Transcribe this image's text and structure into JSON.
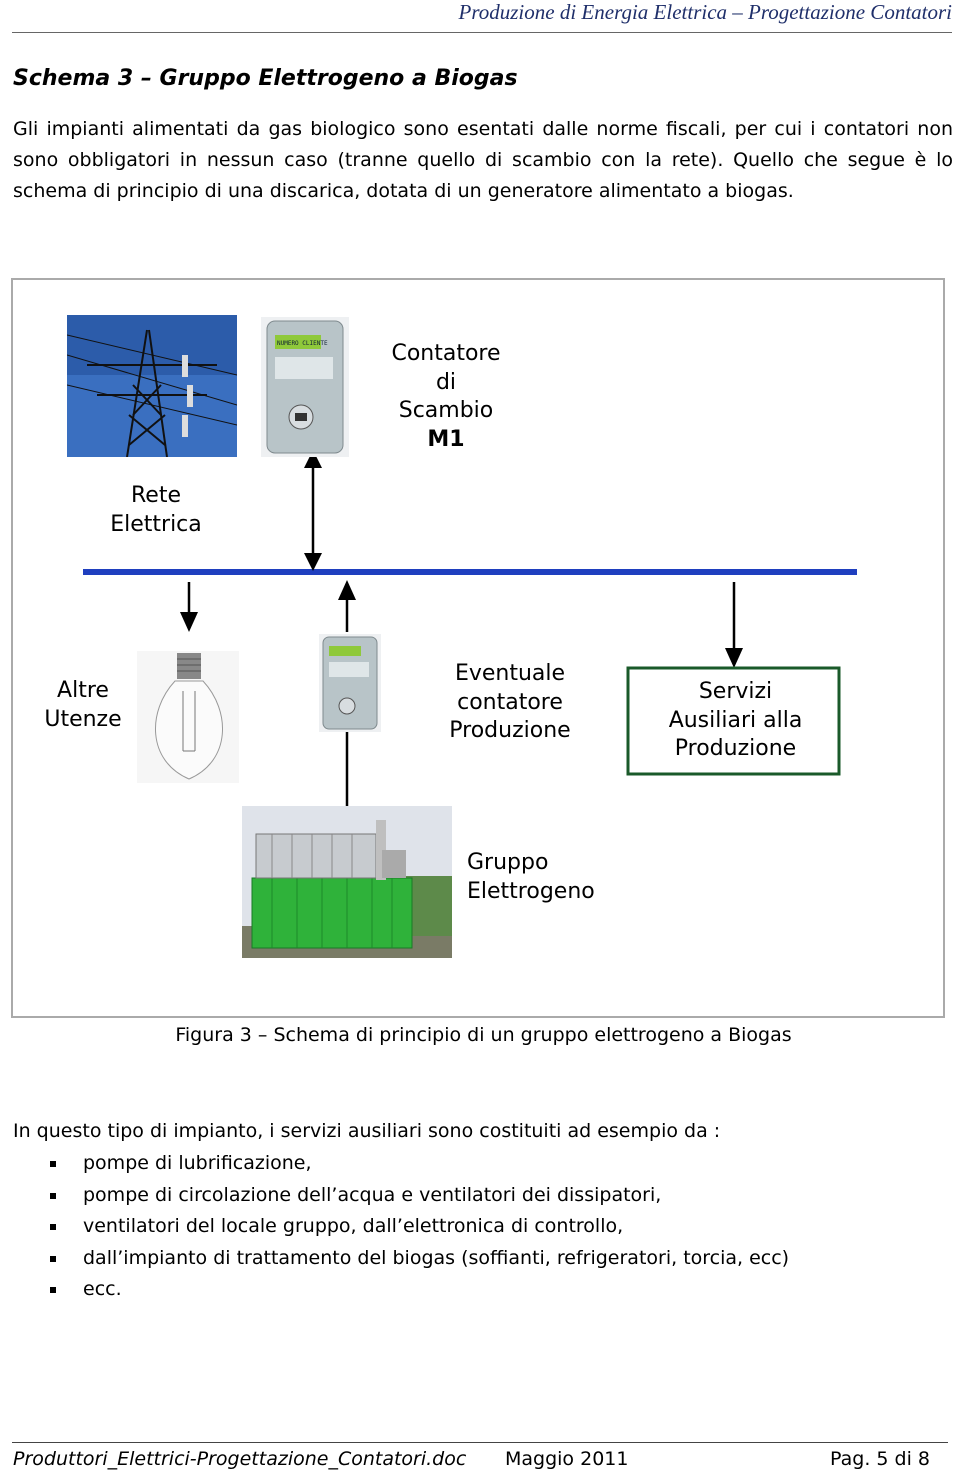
{
  "header": {
    "running_title": "Produzione di Energia Elettrica – Progettazione Contatori"
  },
  "section": {
    "title": "Schema 3 – Gruppo Elettrogeno a Biogas",
    "intro": "Gli impianti alimentati da gas biologico sono esentati dalle norme fiscali, per cui i contatori non sono obbligatori in nessun caso (tranne quello di scambio con la rete). Quello che segue è lo schema di principio di una discarica, dotata di un generatore alimentato a biogas."
  },
  "diagram": {
    "contatore_scambio": {
      "line1": "Contatore",
      "line2": "di",
      "line3": "Scambio",
      "line4": "M1"
    },
    "rete": {
      "line1": "Rete",
      "line2": "Elettrica"
    },
    "altre_utenze": {
      "line1": "Altre",
      "line2": "Utenze"
    },
    "contatore_produzione": {
      "line1": "Eventuale",
      "line2": "contatore",
      "line3": "Produzione"
    },
    "servizi": {
      "line1": "Servizi",
      "line2": "Ausiliari alla",
      "line3": "Produzione"
    },
    "gruppo": {
      "line1": "Gruppo",
      "line2": "Elettrogeno"
    },
    "busbar_color": "#1f3fbf",
    "meter_display_text": "NUMERO CLIENTE"
  },
  "caption": "Figura 3 – Schema di principio di un gruppo elettrogeno a Biogas",
  "body": {
    "lead": "In questo tipo di impianto, i servizi ausiliari sono costituiti ad esempio da :",
    "bullets": [
      "pompe di lubrificazione,",
      "pompe di circolazione dell’acqua e ventilatori dei dissipatori,",
      "ventilatori del locale gruppo, dall’elettronica di controllo,",
      "dall’impianto di trattamento del biogas (soffianti, refrigeratori, torcia, ecc)",
      "ecc."
    ]
  },
  "footer": {
    "filename": "Produttori_Elettrici-Progettazione_Contatori.doc",
    "date": "Maggio 2011",
    "page": "Pag. 5 di 8"
  }
}
